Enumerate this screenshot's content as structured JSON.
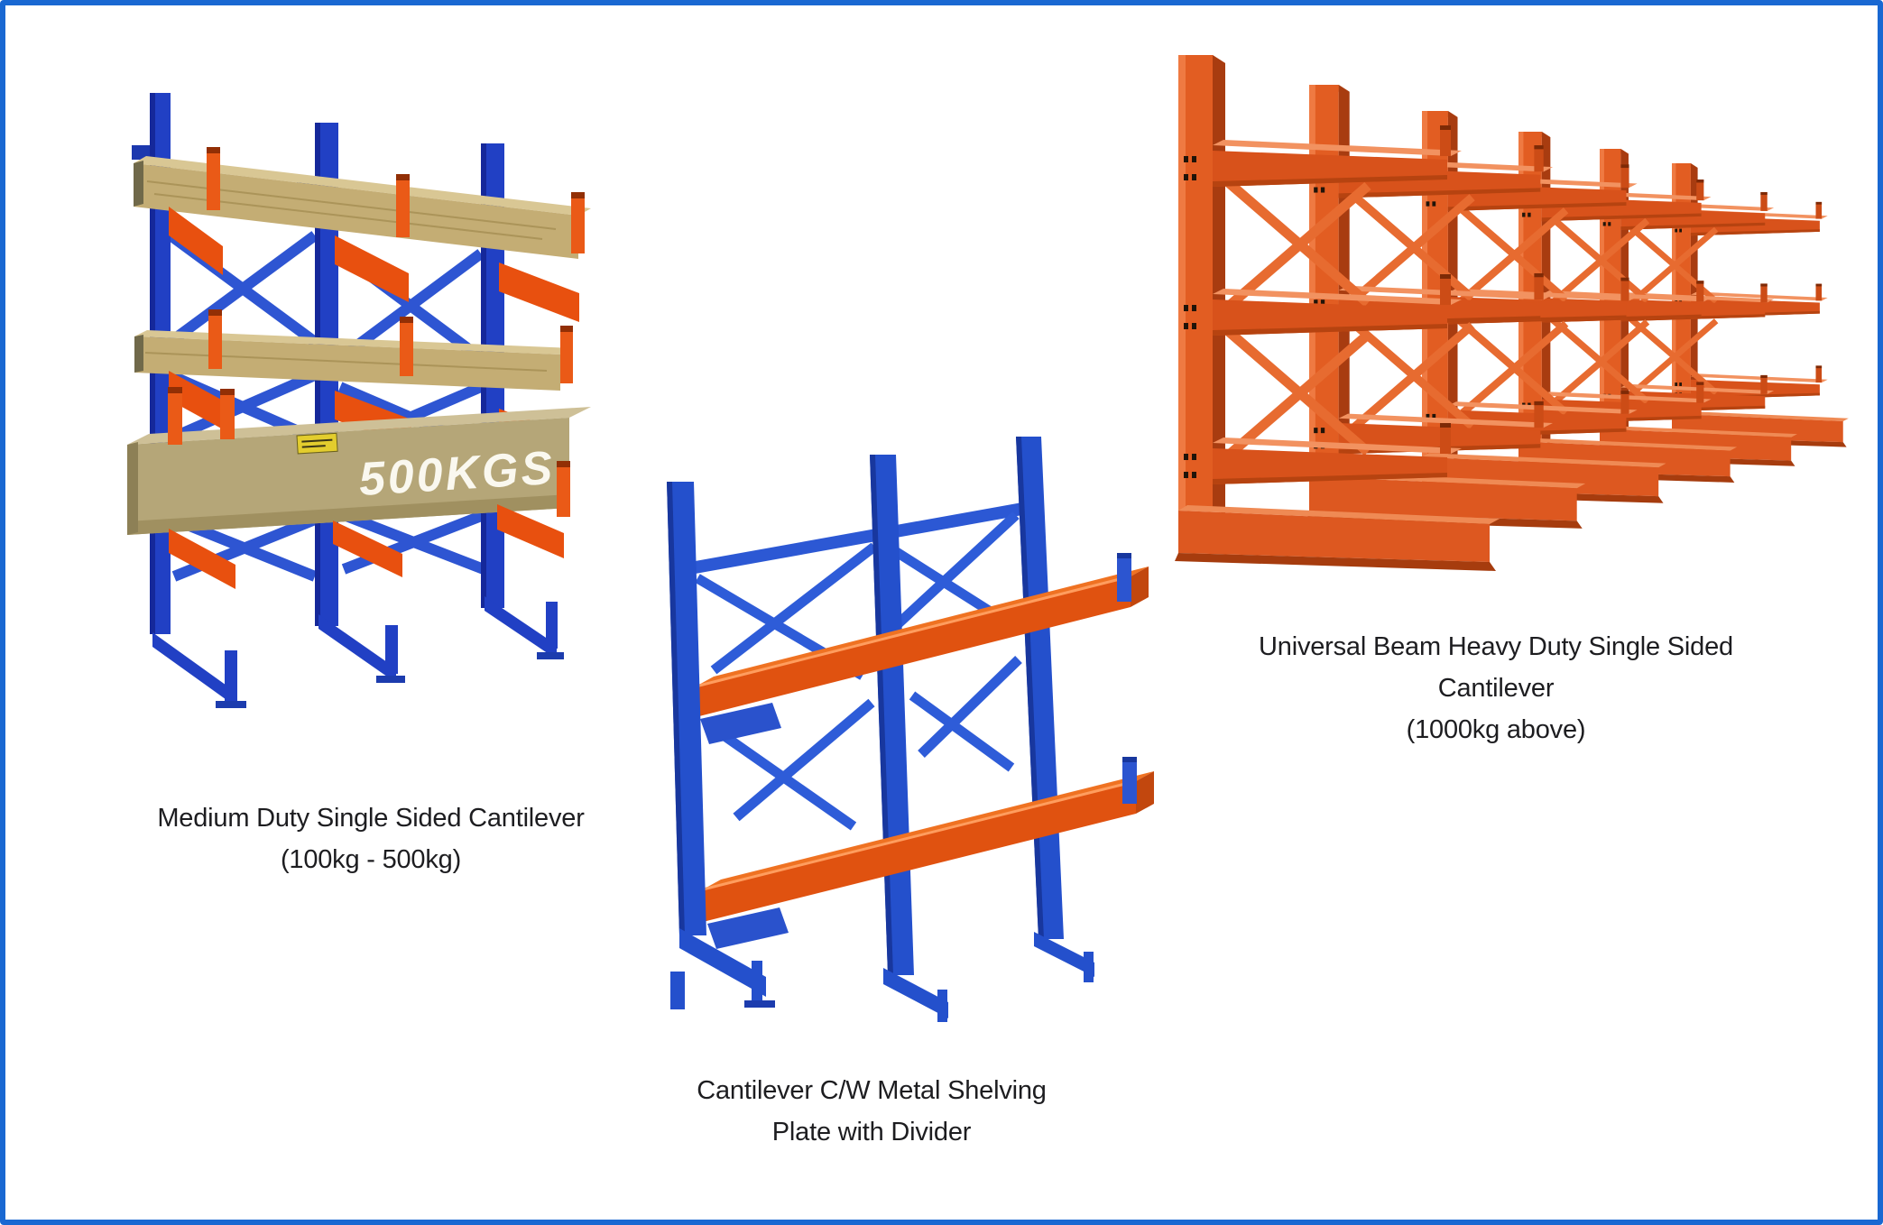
{
  "page": {
    "background": "#ffffff",
    "border_color": "#1968d2"
  },
  "products": [
    {
      "id": "medium-duty-single-sided-cantilever",
      "caption_line1": "Medium Duty Single Sided Cantilever",
      "caption_line2": "(100kg - 500kg)",
      "load_label": "500KGS",
      "colors": {
        "frame_blue": "#2140c4",
        "arm_orange": "#e8500f",
        "timber_tan": "#c4ad74",
        "box_tan": "#b5a678",
        "label_yellow": "#e3cd2e"
      }
    },
    {
      "id": "cantilever-metal-shelving-plate",
      "caption_line1": "Cantilever C/W Metal Shelving",
      "caption_line2": "Plate with Divider",
      "colors": {
        "frame_blue": "#2450cc",
        "shelf_orange": "#e05210"
      }
    },
    {
      "id": "universal-beam-heavy-duty-cantilever",
      "caption_line1": "Universal Beam Heavy Duty Single Sided Cantilever",
      "caption_line2": "(1000kg above)",
      "colors": {
        "steel_orange": "#e25d22"
      }
    }
  ]
}
